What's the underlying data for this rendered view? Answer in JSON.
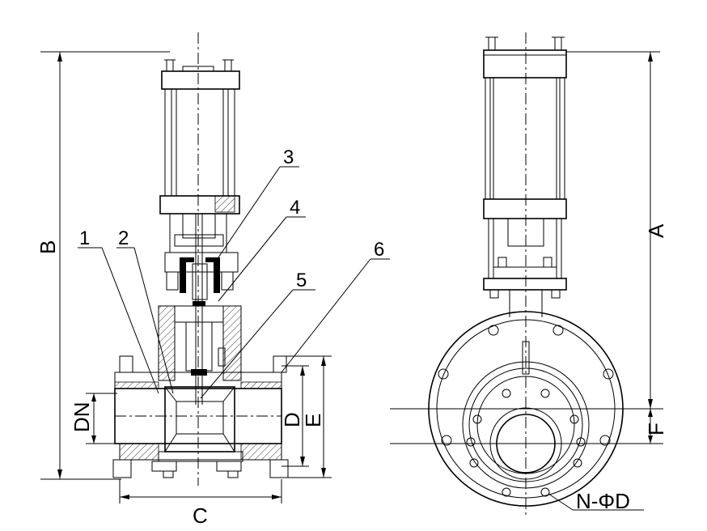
{
  "part_numbers": [
    "1",
    "2",
    "3",
    "4",
    "5",
    "6"
  ],
  "dimensions": {
    "A": "A",
    "B": "B",
    "C": "C",
    "D": "D",
    "E": "E",
    "F": "F",
    "DN": "DN",
    "bolt_holes": "N-ΦD"
  },
  "colors": {
    "line": "#000000",
    "background": "#ffffff"
  }
}
